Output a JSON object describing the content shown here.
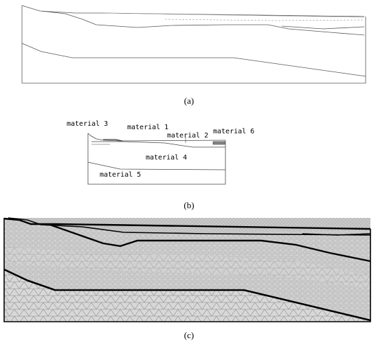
{
  "captions": {
    "a": "(a)",
    "b": "(b)",
    "c": "(c)"
  },
  "materials": {
    "m1": "material 1",
    "m2": "material 2",
    "m3": "material 3",
    "m4": "material 4",
    "m5": "material 5",
    "m6": "material 6"
  }
}
